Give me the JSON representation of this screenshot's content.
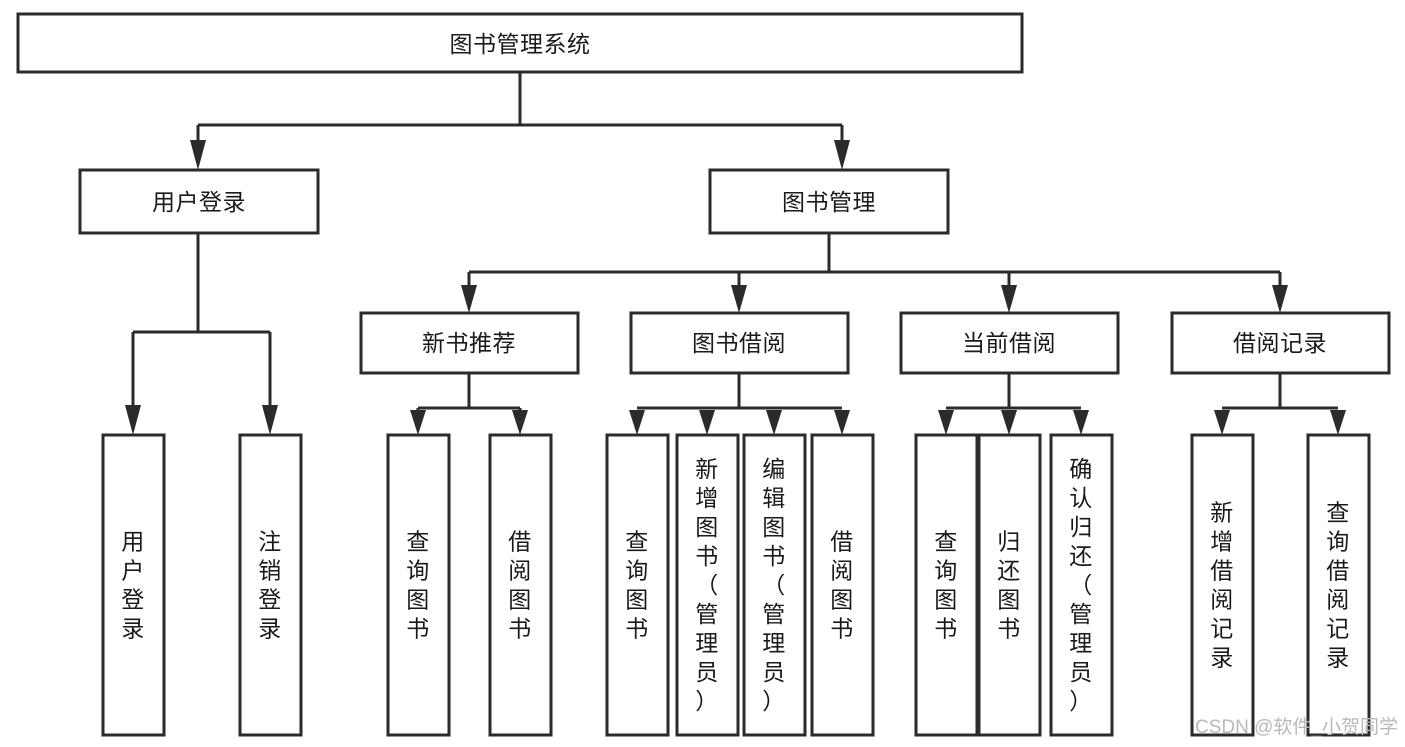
{
  "diagram": {
    "title": "图书管理系统",
    "type": "tree-hierarchy-chart",
    "root": {
      "id": "root",
      "label": "图书管理系统"
    },
    "level2": [
      {
        "id": "user-login",
        "label": "用户登录"
      },
      {
        "id": "book-management",
        "label": "图书管理"
      }
    ],
    "level3": [
      {
        "id": "new-book-recommend",
        "label": "新书推荐",
        "parent": "book-management"
      },
      {
        "id": "book-borrow",
        "label": "图书借阅",
        "parent": "book-management"
      },
      {
        "id": "current-borrow",
        "label": "当前借阅",
        "parent": "book-management"
      },
      {
        "id": "borrow-record",
        "label": "借阅记录",
        "parent": "book-management"
      }
    ],
    "leaves": {
      "user-login": [
        {
          "id": "leaf-user-login",
          "label": "用户登录"
        },
        {
          "id": "leaf-logout-login",
          "label": "注销登录"
        }
      ],
      "new-book-recommend": [
        {
          "id": "leaf-query-book-1",
          "label": "查询图书"
        },
        {
          "id": "leaf-borrow-book-1",
          "label": "借阅图书"
        }
      ],
      "book-borrow": [
        {
          "id": "leaf-query-book-2",
          "label": "查询图书"
        },
        {
          "id": "leaf-add-book",
          "label": "新增图书（管理员）"
        },
        {
          "id": "leaf-edit-book",
          "label": "编辑图书（管理员）"
        },
        {
          "id": "leaf-borrow-book-2",
          "label": "借阅图书"
        }
      ],
      "current-borrow": [
        {
          "id": "leaf-query-book-3",
          "label": "查询图书"
        },
        {
          "id": "leaf-return-book",
          "label": "归还图书"
        },
        {
          "id": "leaf-confirm-return",
          "label": "确认归还（管理员）"
        }
      ],
      "borrow-record": [
        {
          "id": "leaf-add-record",
          "label": "新增借阅记录"
        },
        {
          "id": "leaf-query-record",
          "label": "查询借阅记录"
        }
      ]
    }
  },
  "watermark": {
    "label": "CSDN @软件_小贺同学"
  },
  "colors": {
    "box_stroke": "#2b2b2b",
    "box_fill": "#ffffff",
    "text": "#1a1a1a",
    "watermark": "#b9b9b9",
    "background": "#ffffff"
  }
}
